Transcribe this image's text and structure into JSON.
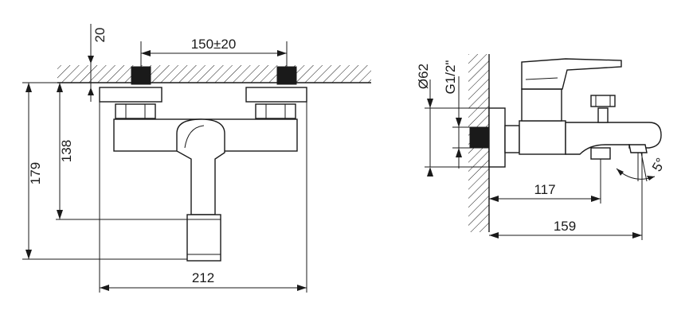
{
  "front_view": {
    "dim_wall_offset": "20",
    "dim_inlet_spacing": "150±20",
    "dim_height_total": "179",
    "dim_height_spout": "138",
    "dim_width_total": "212"
  },
  "side_view": {
    "dim_flange_diameter": "Ø62",
    "dim_thread": "G1/2\"",
    "dim_spout_reach_short": "117",
    "dim_spout_reach_long": "159",
    "dim_angle": "5°"
  }
}
